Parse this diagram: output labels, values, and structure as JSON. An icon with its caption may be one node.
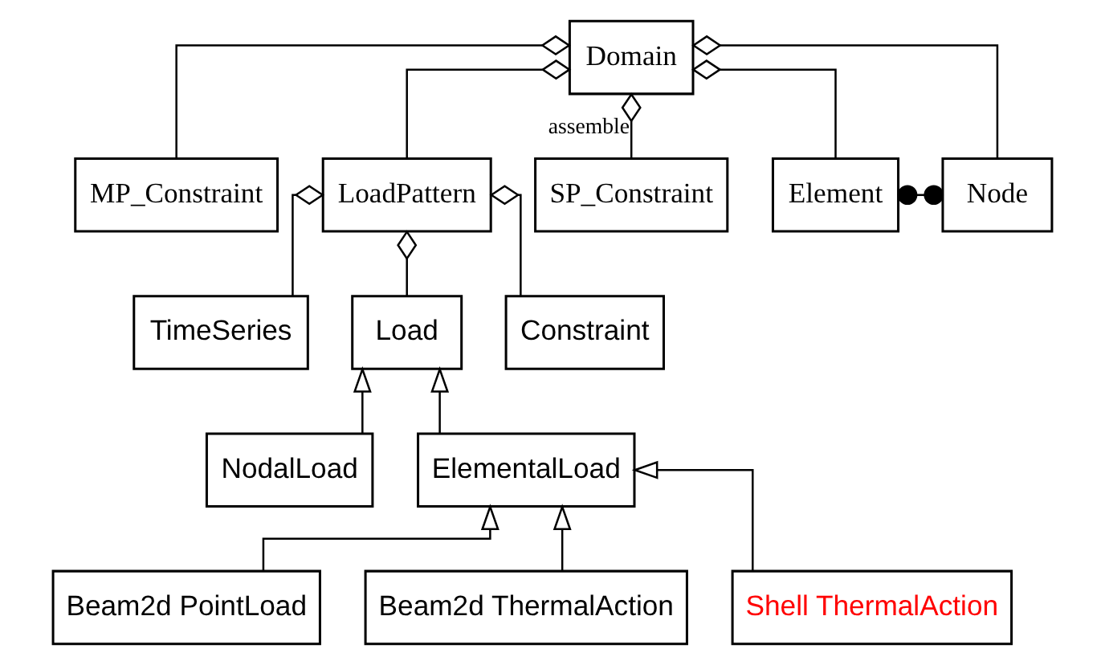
{
  "diagram": {
    "nodes": [
      {
        "text": [
          "Domain"
        ]
      },
      {
        "text": [
          "MP_Constraint"
        ]
      },
      {
        "text": [
          "LoadPattern"
        ]
      },
      {
        "text": [
          "SP_Constraint"
        ]
      },
      {
        "text": [
          "Element"
        ]
      },
      {
        "text": [
          "Node"
        ]
      },
      {
        "text": [
          "TimeSeries"
        ]
      },
      {
        "text": [
          "Load"
        ]
      },
      {
        "text": [
          "Constraint"
        ]
      },
      {
        "text": [
          "NodalLoad"
        ]
      },
      {
        "text": [
          "ElementalLoad"
        ]
      },
      {
        "text": [
          "Beam2d PointLoad"
        ]
      },
      {
        "text": [
          "Beam2d ThermalAction"
        ]
      },
      {
        "text": [
          "Shell ThermalAction"
        ]
      }
    ],
    "edges": [
      {
        "from": 0,
        "to": 1,
        "arrow": "other"
      },
      {
        "from": 0,
        "to": 2,
        "arrow": "other"
      },
      {
        "from": 0,
        "to": 3,
        "arrow": "other",
        "label": "assemble"
      },
      {
        "from": 0,
        "to": 4,
        "arrow": "other"
      },
      {
        "from": 0,
        "to": 5,
        "arrow": "other"
      },
      {
        "from": 4,
        "to": 5,
        "arrow": "other"
      },
      {
        "from": 2,
        "to": 6,
        "arrow": "other"
      },
      {
        "from": 2,
        "to": 7,
        "arrow": "other"
      },
      {
        "from": 2,
        "to": 8,
        "arrow": "other"
      },
      {
        "from": 9,
        "to": 7,
        "arrow": "to"
      },
      {
        "from": 10,
        "to": 7,
        "arrow": "to"
      },
      {
        "from": 11,
        "to": 10,
        "arrow": "to"
      },
      {
        "from": 12,
        "to": 10,
        "arrow": "to"
      },
      {
        "from": 13,
        "to": 10,
        "arrow": "to"
      }
    ]
  }
}
